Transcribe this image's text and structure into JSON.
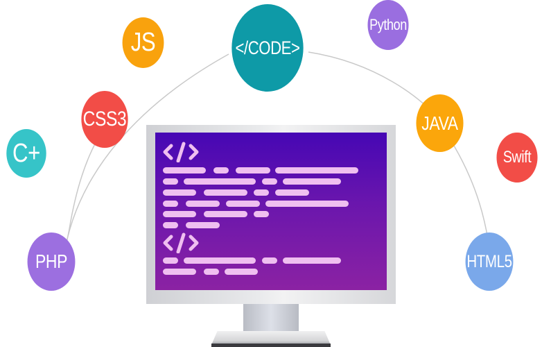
{
  "illustration": {
    "center_badge": {
      "label": "</CODE>",
      "color": "#0e9aa7"
    },
    "languages": [
      {
        "label": "C+",
        "color": "#36c4c8"
      },
      {
        "label": "CSS3",
        "color": "#f24d47"
      },
      {
        "label": "JS",
        "color": "#f9a20d"
      },
      {
        "label": "Python",
        "color": "#9a6ee0"
      },
      {
        "label": "JAVA",
        "color": "#fba60b"
      },
      {
        "label": "Swift",
        "color": "#f24d47"
      },
      {
        "label": "PHP",
        "color": "#9c6fe0"
      },
      {
        "label": "HTML5",
        "color": "#7aa8ea"
      }
    ],
    "monitor": {
      "screen_gradient": [
        "#4607b4",
        "#8b22a3"
      ],
      "code_tag_icon": "</>",
      "code_line_color": "#efbff0"
    }
  }
}
